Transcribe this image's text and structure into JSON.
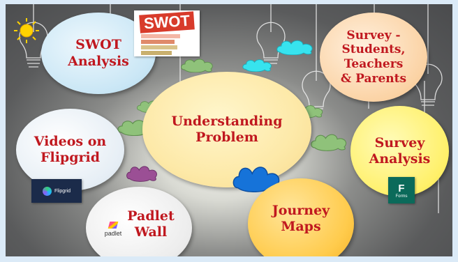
{
  "nodes": {
    "center": [
      "Understanding",
      "Problem"
    ],
    "swot": [
      "SWOT",
      "Analysis"
    ],
    "survey": [
      "Survey -",
      "Students,",
      "Teachers",
      "& Parents"
    ],
    "videos": [
      "Videos on",
      "Flipgrid"
    ],
    "survey_analysis": [
      "Survey",
      "Analysis"
    ],
    "padlet": [
      "Padlet",
      "Wall"
    ],
    "journey": [
      "Journey",
      "Maps"
    ]
  },
  "logos": {
    "swot": "SWOT",
    "flipgrid": "Flipgrid",
    "padlet": "padlet",
    "forms": "Forms",
    "forms_letter": "F"
  },
  "icons": [
    "sun-icon",
    "lightbulb-icon",
    "cloud-icon"
  ],
  "colors": {
    "text": "#c0181f",
    "center_fill": "#fde9a8",
    "swot_fill": "#c9e6f5",
    "survey_fill": "#fbd3a5",
    "videos_fill": "#e6eef5",
    "survey_analysis_fill": "#fff06a",
    "padlet_fill": "#ececec",
    "journey_fill": "#ffcb4c",
    "cloud_green": "#8fc27a",
    "cloud_cyan": "#37e3ee",
    "cloud_purple": "#9b4f95",
    "cloud_blue": "#1673d9"
  }
}
